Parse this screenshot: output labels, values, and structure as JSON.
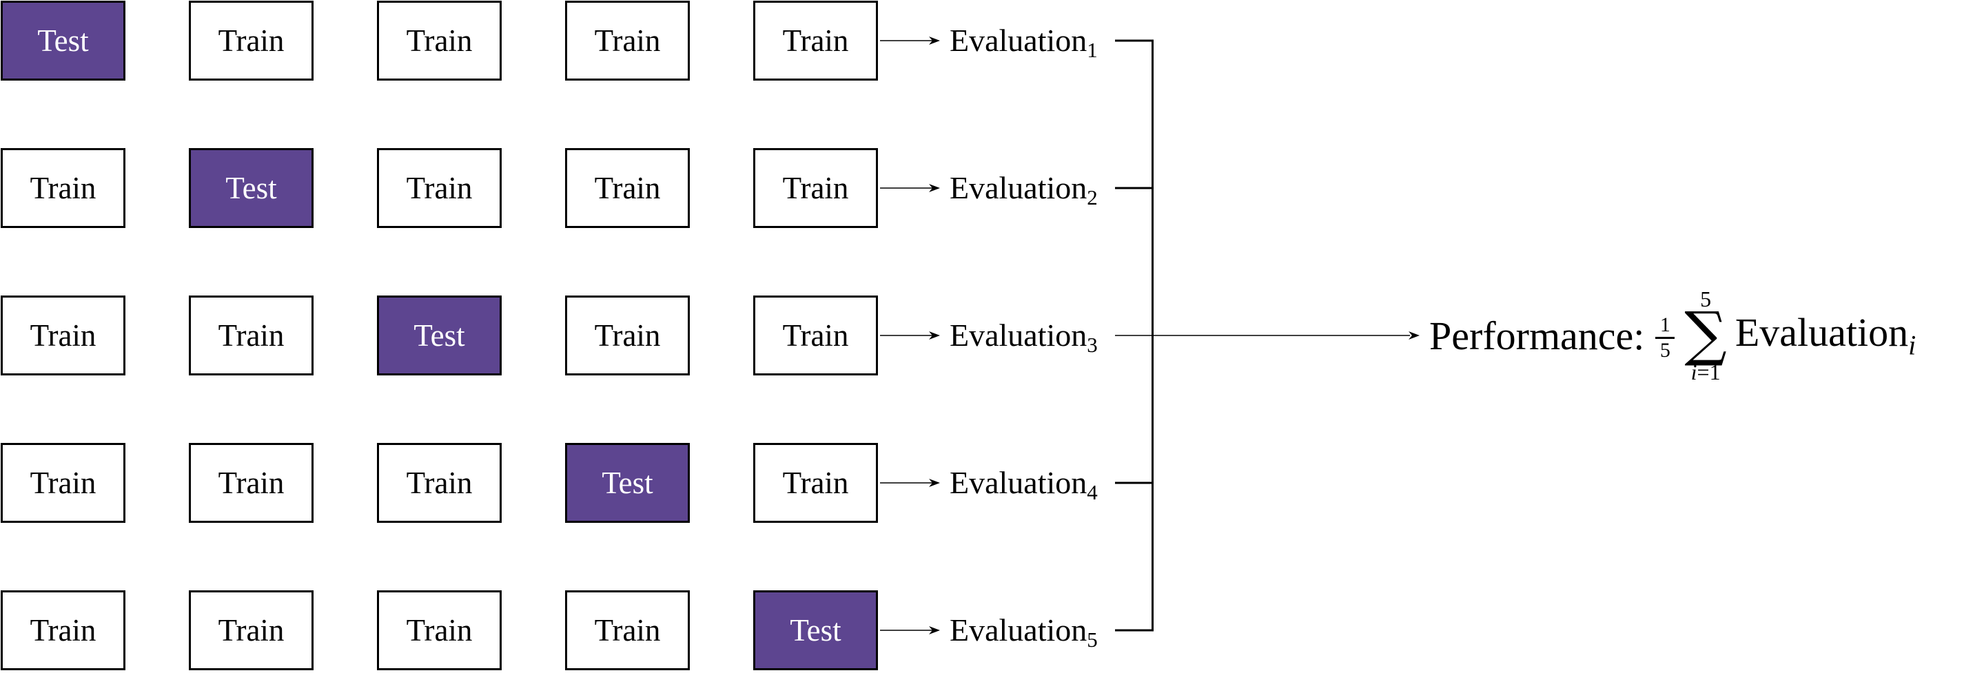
{
  "colors": {
    "test_fill": "#5d4590",
    "test_text": "#ffffff",
    "train_fill": "#ffffff",
    "box_border": "#000000",
    "line": "#000000",
    "text": "#000000"
  },
  "grid": {
    "rows": [
      {
        "cells": [
          {
            "label": "Test",
            "type": "test"
          },
          {
            "label": "Train",
            "type": "train"
          },
          {
            "label": "Train",
            "type": "train"
          },
          {
            "label": "Train",
            "type": "train"
          },
          {
            "label": "Train",
            "type": "train"
          }
        ]
      },
      {
        "cells": [
          {
            "label": "Train",
            "type": "train"
          },
          {
            "label": "Test",
            "type": "test"
          },
          {
            "label": "Train",
            "type": "train"
          },
          {
            "label": "Train",
            "type": "train"
          },
          {
            "label": "Train",
            "type": "train"
          }
        ]
      },
      {
        "cells": [
          {
            "label": "Train",
            "type": "train"
          },
          {
            "label": "Train",
            "type": "train"
          },
          {
            "label": "Test",
            "type": "test"
          },
          {
            "label": "Train",
            "type": "train"
          },
          {
            "label": "Train",
            "type": "train"
          }
        ]
      },
      {
        "cells": [
          {
            "label": "Train",
            "type": "train"
          },
          {
            "label": "Train",
            "type": "train"
          },
          {
            "label": "Train",
            "type": "train"
          },
          {
            "label": "Test",
            "type": "test"
          },
          {
            "label": "Train",
            "type": "train"
          }
        ]
      },
      {
        "cells": [
          {
            "label": "Train",
            "type": "train"
          },
          {
            "label": "Train",
            "type": "train"
          },
          {
            "label": "Train",
            "type": "train"
          },
          {
            "label": "Train",
            "type": "train"
          },
          {
            "label": "Test",
            "type": "test"
          }
        ]
      }
    ]
  },
  "evaluations": [
    {
      "label": "Evaluation",
      "subscript": "1"
    },
    {
      "label": "Evaluation",
      "subscript": "2"
    },
    {
      "label": "Evaluation",
      "subscript": "3"
    },
    {
      "label": "Evaluation",
      "subscript": "4"
    },
    {
      "label": "Evaluation",
      "subscript": "5"
    }
  ],
  "formula": {
    "prefix": "Performance:",
    "fraction": {
      "numerator": "1",
      "denominator": "5"
    },
    "sum": {
      "upper": "5",
      "symbol": "∑",
      "lower_var": "i",
      "lower_rest": "=1"
    },
    "term": "Evaluation",
    "term_subscript": "i"
  }
}
